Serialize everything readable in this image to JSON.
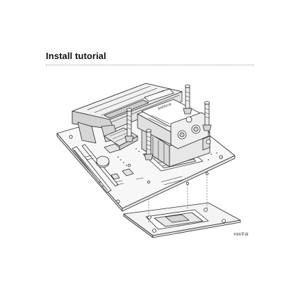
{
  "title": "Install tutorial",
  "caption": "X99平台",
  "logo_text": "BARROW",
  "colors": {
    "line": "#2a2a2a",
    "board_fill": "#f7f7f7",
    "heatsink_fill": "#e2e2e2",
    "block_fill": "#ededed",
    "shadow_fill": "#cfcfcf",
    "rule": "#9a9a9a"
  }
}
